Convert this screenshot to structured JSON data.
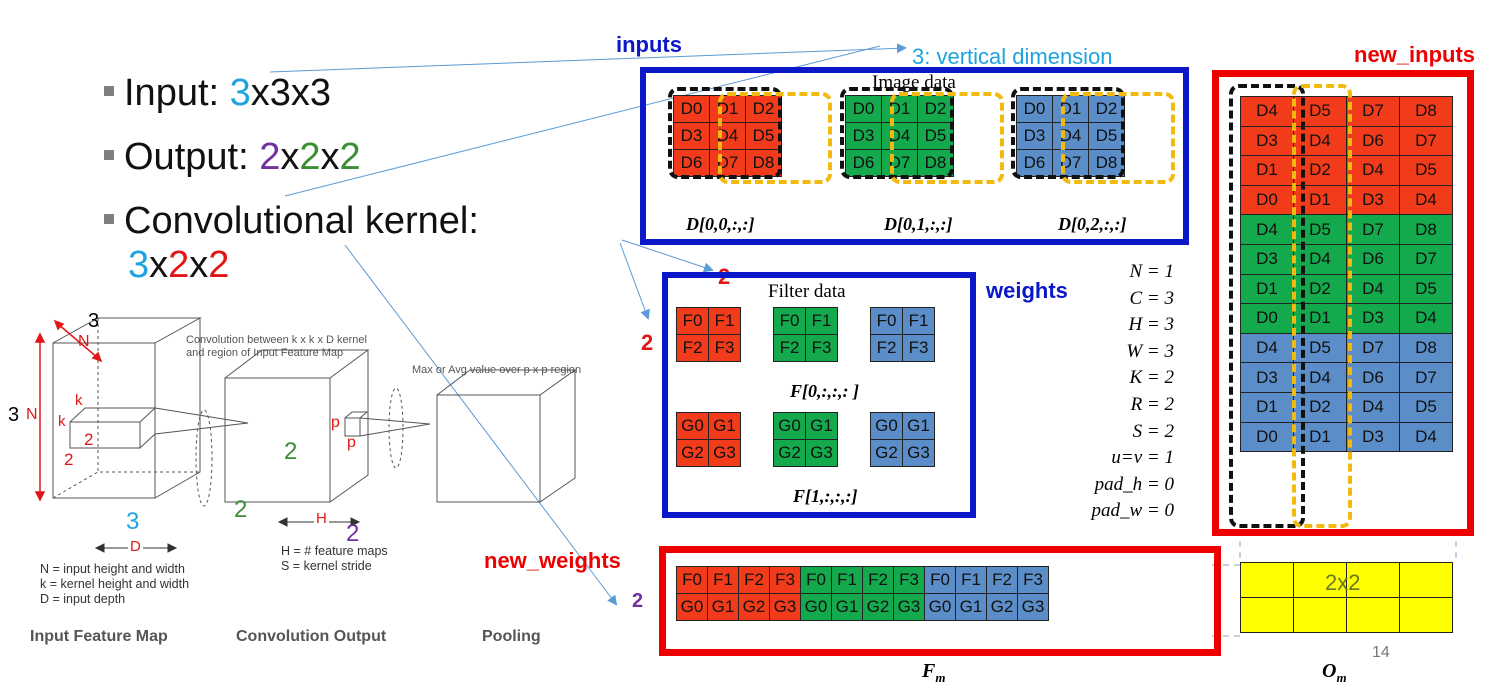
{
  "bullets": {
    "input": {
      "label": "Input: ",
      "dim1": "3",
      "rest": "x3x3"
    },
    "output": {
      "label": "Output: ",
      "dim1": "2",
      "sep1": "x",
      "dim2": "2",
      "sep2": "x",
      "dim3": "2"
    },
    "kernel": {
      "label": "Convolutional kernel:",
      "dim1": "3",
      "sep1": "x",
      "dim2": "2",
      "sep2": "x",
      "dim3": "2"
    }
  },
  "labels": {
    "inputs": "inputs",
    "vertical_note": "3: vertical dimension",
    "image_data": "Image data",
    "weights": "weights",
    "filter_data": "Filter data",
    "new_weights": "new_weights",
    "new_inputs": "new_inputs",
    "filter_size_top": "2",
    "filter_size_left": "2",
    "arrow_target_2": "2",
    "page_number": "14",
    "om_label": "2x2"
  },
  "captions": {
    "d0": "D[0,0,:,:]",
    "d1": "D[0,1,:,:]",
    "d2": "D[0,2,:,:]",
    "f0": "F[0,:,:,: ]",
    "f1": "F[1,:,:,:]",
    "fm": "F",
    "fm_sub": "m",
    "om": "O",
    "om_sub": "m"
  },
  "image_grid": [
    [
      "D0",
      "D1",
      "D2"
    ],
    [
      "D3",
      "D4",
      "D5"
    ],
    [
      "D6",
      "D7",
      "D8"
    ]
  ],
  "filter_grids": {
    "f": [
      [
        "F0",
        "F1"
      ],
      [
        "F2",
        "F3"
      ]
    ],
    "g": [
      [
        "G0",
        "G1"
      ],
      [
        "G2",
        "G3"
      ]
    ]
  },
  "fm_rows": [
    [
      "F0",
      "F1",
      "F2",
      "F3",
      "F0",
      "F1",
      "F2",
      "F3",
      "F0",
      "F1",
      "F2",
      "F3"
    ],
    [
      "G0",
      "G1",
      "G2",
      "G3",
      "G0",
      "G1",
      "G2",
      "G3",
      "G0",
      "G1",
      "G2",
      "G3"
    ]
  ],
  "new_inputs_rows": [
    [
      "D4",
      "D5",
      "D7",
      "D8"
    ],
    [
      "D3",
      "D4",
      "D6",
      "D7"
    ],
    [
      "D1",
      "D2",
      "D4",
      "D5"
    ],
    [
      "D0",
      "D1",
      "D3",
      "D4"
    ]
  ],
  "params": [
    "N = 1",
    "C = 3",
    "H = 3",
    "W = 3",
    "K = 2",
    "R = 2",
    "S = 2",
    "u=v = 1",
    "pad_h = 0",
    "pad_w = 0"
  ],
  "figure": {
    "dim_3_top": "3",
    "dim_3_left": "3",
    "dim_N_side": "N",
    "dim_N_top": "N",
    "k_top": "k",
    "k_left": "k",
    "k2_a": "2",
    "k2_b": "2",
    "conv_2": "2",
    "conv_2_bottom": "2",
    "p_top": "p",
    "p_side": "p",
    "h_label": "H",
    "h_2": "2",
    "d_label": "D",
    "d_3": "3",
    "conv_note": "Convolution between k x k x D kernel\nand region of Input Feature Map",
    "pool_note": "Max or Avg value over p x p region",
    "legend_left": "N = input height and width\nk = kernel height and width\nD = input depth",
    "legend_mid": "H = # feature maps\nS = kernel stride",
    "title_ifm": "Input Feature Map",
    "title_conv": "Convolution Output",
    "title_pool": "Pooling"
  },
  "colors": {
    "blue_frame": "#0a18c8",
    "red_frame": "#ee0000",
    "red": "#f23b1a",
    "green": "#14a94d",
    "blue": "#5b8ec8",
    "yellow": "#ffff00",
    "dash_black": "#111111",
    "dash_yellow": "#f2b90f"
  }
}
